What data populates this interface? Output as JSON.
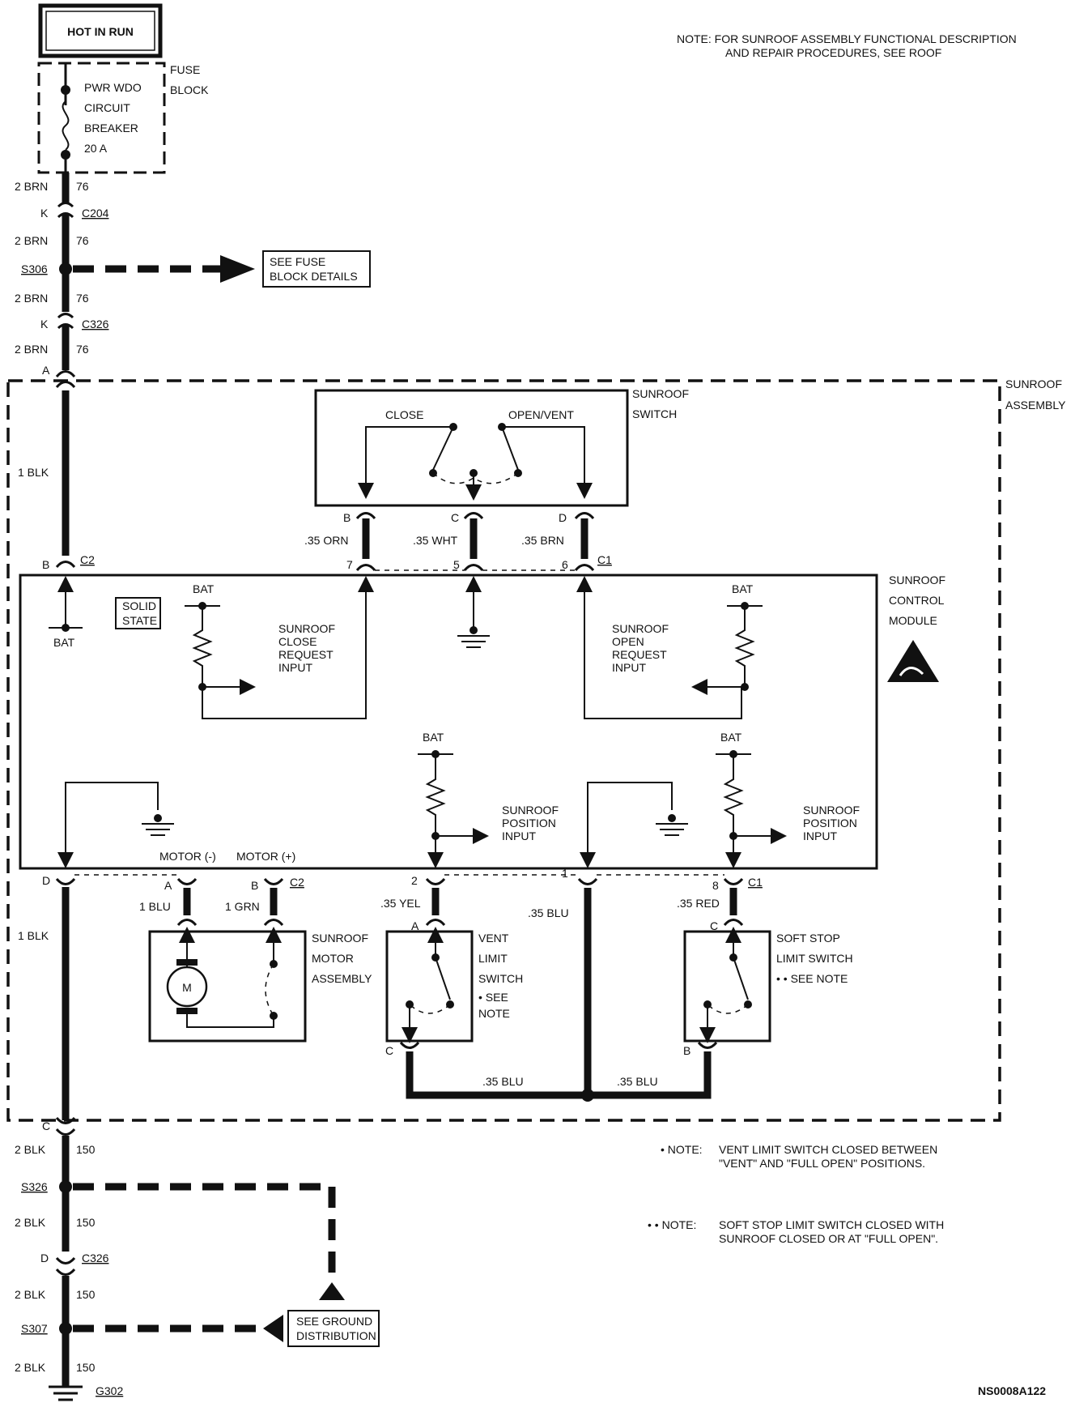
{
  "hot_in_run": "HOT IN RUN",
  "top_note": [
    "NOTE:  FOR SUNROOF ASSEMBLY FUNCTIONAL DESCRIPTION",
    "AND REPAIR PROCEDURES, SEE ROOF"
  ],
  "fuse_block": {
    "label": [
      "FUSE",
      "BLOCK"
    ],
    "breaker": [
      "PWR WDO",
      "CIRCUIT",
      "BREAKER",
      "20 A"
    ]
  },
  "wires_top": [
    {
      "size": "2 BRN",
      "circuit": "76"
    },
    {
      "size": "2 BRN",
      "circuit": "76"
    },
    {
      "size": "2 BRN",
      "circuit": "76"
    },
    {
      "size": "2 BRN",
      "circuit": "76"
    }
  ],
  "connectors_top": [
    {
      "pin": "K",
      "name": "C204"
    },
    {
      "pin": "K",
      "name": "C326"
    }
  ],
  "splice_s306": "S306",
  "see_fuse_block": [
    "SEE FUSE",
    "BLOCK DETAILS"
  ],
  "pin_a": "A",
  "sunroof_assembly": [
    "SUNROOF",
    "ASSEMBLY"
  ],
  "sunroof_switch": {
    "label": [
      "SUNROOF",
      "SWITCH"
    ],
    "close": "CLOSE",
    "open_vent": "OPEN/VENT",
    "pins": [
      "B",
      "C",
      "D"
    ],
    "wires": [
      ".35 ORN",
      ".35 WHT",
      ".35 BRN"
    ]
  },
  "module": {
    "label": [
      "SUNROOF",
      "CONTROL",
      "MODULE"
    ],
    "solid_state": [
      "SOLID",
      "STATE"
    ],
    "c2_pin_b": "B",
    "c2": "C2",
    "c1": "C1",
    "c1_pins": [
      "7",
      "5",
      "6"
    ],
    "bat": "BAT",
    "close_request": [
      "SUNROOF",
      "CLOSE",
      "REQUEST",
      "INPUT"
    ],
    "open_request": [
      "SUNROOF",
      "OPEN",
      "REQUEST",
      "INPUT"
    ],
    "position_input": [
      "SUNROOF",
      "POSITION",
      "INPUT"
    ],
    "motor_neg": "MOTOR (-)",
    "motor_pos": "MOTOR (+)",
    "bottom_c2_pins": [
      "D",
      "A",
      "B"
    ],
    "bottom_c1_pins": [
      "2",
      "1",
      "8"
    ]
  },
  "wire_1blk": "1 BLK",
  "motor": {
    "label": [
      "SUNROOF",
      "MOTOR",
      "ASSEMBLY"
    ],
    "symbol": "M",
    "pins": [
      "A",
      "B"
    ],
    "wires": [
      "1 BLU",
      "1 GRN"
    ]
  },
  "vent_switch": {
    "label": [
      "VENT",
      "LIMIT",
      "SWITCH",
      "• SEE",
      "NOTE"
    ],
    "wire": ".35 YEL",
    "pins": [
      "A",
      "C"
    ]
  },
  "center_wire": ".35 BLU",
  "soft_stop": {
    "label": [
      "SOFT STOP",
      "LIMIT SWITCH",
      "• • SEE NOTE"
    ],
    "wire": ".35 RED",
    "pins": [
      "C",
      "B"
    ]
  },
  "bottom_wires": [
    ".35 BLU",
    ".35 BLU"
  ],
  "pin_c_bottom": "C",
  "wires_bottom": [
    {
      "size": "2 BLK",
      "circuit": "150"
    },
    {
      "size": "2 BLK",
      "circuit": "150"
    },
    {
      "size": "2 BLK",
      "circuit": "150"
    },
    {
      "size": "2 BLK",
      "circuit": "150"
    }
  ],
  "splice_s326": "S326",
  "connector_c326_bottom": {
    "pin": "D",
    "name": "C326"
  },
  "splice_s307": "S307",
  "see_ground": [
    "SEE GROUND",
    "DISTRIBUTION"
  ],
  "ground": "G302",
  "note_vent": [
    "• NOTE:",
    "VENT LIMIT SWITCH CLOSED BETWEEN",
    "\"VENT\" AND \"FULL OPEN\" POSITIONS."
  ],
  "note_soft": [
    "• • NOTE:",
    "SOFT STOP LIMIT SWITCH CLOSED WITH",
    "SUNROOF CLOSED OR AT \"FULL OPEN\"."
  ],
  "figure_id": "NS0008A122"
}
